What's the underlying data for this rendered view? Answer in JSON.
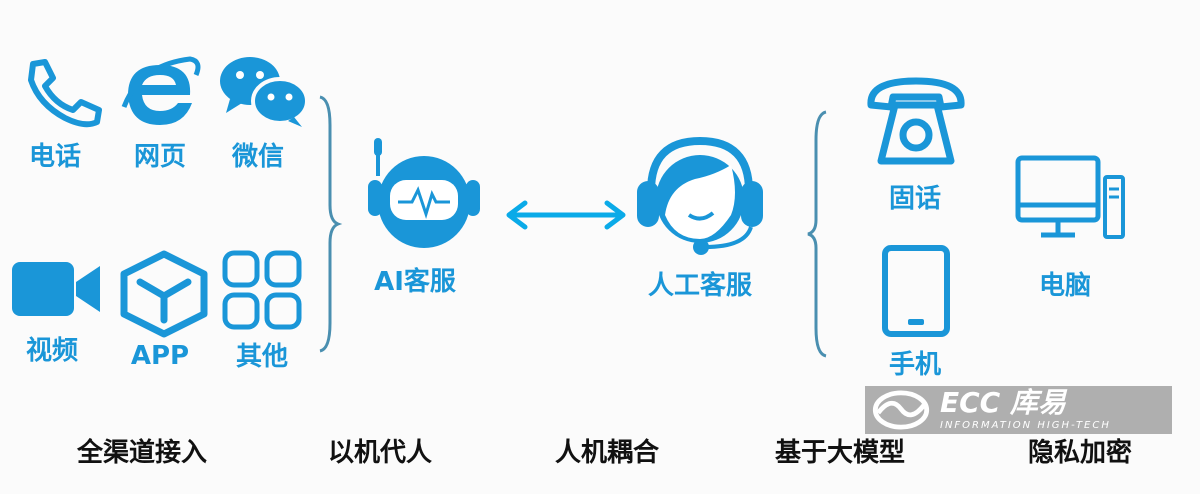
{
  "channels": {
    "phone": "电话",
    "web": "网页",
    "wechat": "微信",
    "video": "视频",
    "app": "APP",
    "other": "其他"
  },
  "center": {
    "ai_service": "AI客服",
    "human_service": "人工客服"
  },
  "endpoints": {
    "landline": "固话",
    "mobile": "手机",
    "computer": "电脑"
  },
  "features": [
    "全渠道接入",
    "以机代人",
    "人机耦合",
    "基于大模型",
    "隐私加密"
  ],
  "watermark": {
    "brand": "ECC 库易",
    "tagline": "INFORMATION HIGH-TECH"
  },
  "colors": {
    "accent": "#1a96d8",
    "arrow": "#0aaae8",
    "text": "#111111"
  }
}
